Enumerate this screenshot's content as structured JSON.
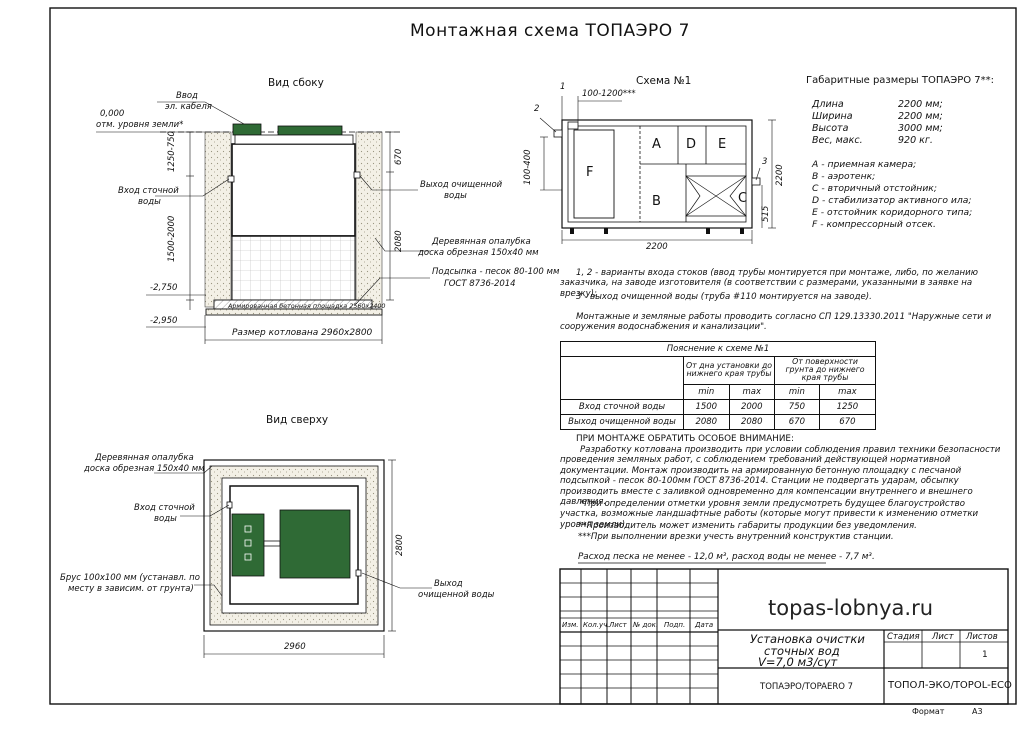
{
  "title": "Монтажная схема ТОПАЭРО 7",
  "side_view": {
    "heading": "Вид сбоку",
    "cable_input_line1": "Ввод",
    "cable_input_line2": "эл. кабеля",
    "ground_level_value": "0,000",
    "ground_level_label": "отм. уровня земли*",
    "dim_1250_750": "1250-750",
    "dim_1500_2000": "1500-2000",
    "dim_670": "670",
    "dim_2080": "2080",
    "inlet_line1": "Вход сточной",
    "inlet_line2": "воды",
    "outlet_line1": "Выход очищенной",
    "outlet_line2": "воды",
    "formwork_line1": "Деревянная опалубка",
    "formwork_line2": "доска обрезная 150х40 мм",
    "sand_line1": "Подсыпка - песок 80-100 мм",
    "sand_line2": "ГОСТ 8736-2014",
    "level_2750": "-2,750",
    "level_2950": "-2,950",
    "slab_label": "Армированная бетонная площадка 2560х2400",
    "pit_size": "Размер котлована 2960х2800"
  },
  "top_view": {
    "heading": "Вид сверху",
    "formwork_line1": "Деревянная опалубка",
    "formwork_line2": "доска обрезная 150х40 мм",
    "inlet_line1": "Вход сточной",
    "inlet_line2": "воды",
    "beam_line1": "Брус 100х100 мм (устанавл. по",
    "beam_line2": "месту в зависим. от грунта)",
    "outlet_line1": "Выход",
    "outlet_line2": "очищенной воды",
    "dim_2800": "2800",
    "dim_2960": "2960"
  },
  "scheme": {
    "heading": "Схема №1",
    "mark_1": "1",
    "mark_2": "2",
    "mark_3": "3",
    "dim_100_1200": "100-1200***",
    "dim_100_400": "100-400",
    "dim_2200_h": "2200",
    "dim_2200_v": "2200",
    "dim_515": "515",
    "chambers": [
      "F",
      "A",
      "D",
      "E",
      "B",
      "C"
    ]
  },
  "dimensions": {
    "heading": "Габаритные размеры ТОПАЭРО 7**:",
    "rows": [
      {
        "label": "Длина",
        "value": "2200 мм;"
      },
      {
        "label": "Ширина",
        "value": "2200 мм;"
      },
      {
        "label": "Высота",
        "value": "3000 мм;"
      },
      {
        "label": "Вес, макс.",
        "value": "920 кг."
      }
    ]
  },
  "legend": [
    "А - приемная камера;",
    "В - аэротенк;",
    "С - вторичный отстойник;",
    "D - стабилизатор активного ила;",
    "Е - отстойник коридорного типа;",
    "F - компрессорный отсек."
  ],
  "notes": {
    "p1": "1, 2 - варианты входа  стоков (ввод трубы монтируется при монтаже, либо, по желанию заказчика, на заводе изготовителя (в соответствии с размерами, указанными в заявке на врезку);",
    "p2": "3 - выход очищенной воды (труба #110 монтируется на заводе).",
    "p3": "Монтажные и земляные работы проводить согласно СП 129.13330.2011 \"Наружные сети и сооружения водоснабжения и канализации\"."
  },
  "explanation_table": {
    "title": "Пояснение к схеме №1",
    "group1": "От дна установки до нижнего края трубы",
    "group2": "От поверхности грунта до нижнего края трубы",
    "min": "min",
    "max": "max",
    "rows": [
      {
        "label": "Вход сточной воды",
        "v": [
          "1500",
          "2000",
          "750",
          "1250"
        ]
      },
      {
        "label": "Выход очищенной воды",
        "v": [
          "2080",
          "2080",
          "670",
          "670"
        ]
      }
    ]
  },
  "attention": {
    "heading": "ПРИ МОНТАЖЕ ОБРАТИТЬ ОСОБОЕ ВНИМАНИЕ:",
    "p1": "Разработку котлована производить при условии соблюдения правил техники безопасности проведения земляных работ, с соблюдением требований действующей нормативной документации.  Монтаж производить на армированную бетонную площадку с песчаной подсыпкой - песок 80-100мм ГОСТ 8736-2014. Станции не подвергать ударам, обсыпку производить вместе с заливкой одновременно для компенсации внутреннего и внешнего давления.",
    "p2": "*При определении отметки уровня земли предусмотреть будущее благоустройство участка, возможные ландшафтные работы (которые могут привести к изменению отметки уровня земли).",
    "p3": "**Производитель может изменить габариты продукции без уведомления.",
    "p4": "***При выполнении врезки учесть внутренний конструктив станции.",
    "consumption": "Расход песка не менее - 12,0 м³, расход воды не менее - 7,7 м³."
  },
  "stamp": {
    "website": "topas-lobnya.ru",
    "headers": [
      "Изм.",
      "Кол.уч.",
      "Лист",
      "№ док.",
      "Подп.",
      "Дата"
    ],
    "title_line1": "Установка очистки",
    "title_line2": "сточных вод",
    "title_line3": "V=7,0 м3/сут",
    "stage": "Стадия",
    "sheet": "Лист",
    "sheets": "Листов",
    "sheets_value": "1",
    "model": "ТОПАЭРО/TOPAERO 7",
    "company": "ТОПОЛ-ЭКО/TOPOL-ECO",
    "format_label": "Формат",
    "format_value": "А3"
  }
}
